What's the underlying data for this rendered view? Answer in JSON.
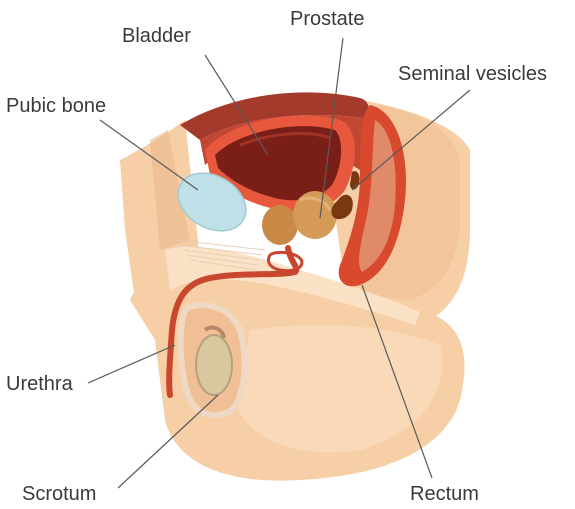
{
  "labels": {
    "bladder": "Bladder",
    "prostate": "Prostate",
    "seminal_vesicles": "Seminal vesicles",
    "pubic_bone": "Pubic bone",
    "urethra": "Urethra",
    "scrotum": "Scrotum",
    "rectum": "Rectum"
  },
  "colors": {
    "skin": "#f6cfa6",
    "skin_shadow": "#eab98c",
    "skin_light": "#fbe2c6",
    "muscle_dark": "#a33a2c",
    "muscle_red": "#d8492e",
    "bladder_interior": "#7a1f17",
    "prostate": "#c98a48",
    "pubic_bone": "#bfe0e6",
    "urethra": "#c9472e",
    "scrotum_inner": "#d9c7a0",
    "rectum": "#e08a6a",
    "vesicle": "#7a3812"
  }
}
